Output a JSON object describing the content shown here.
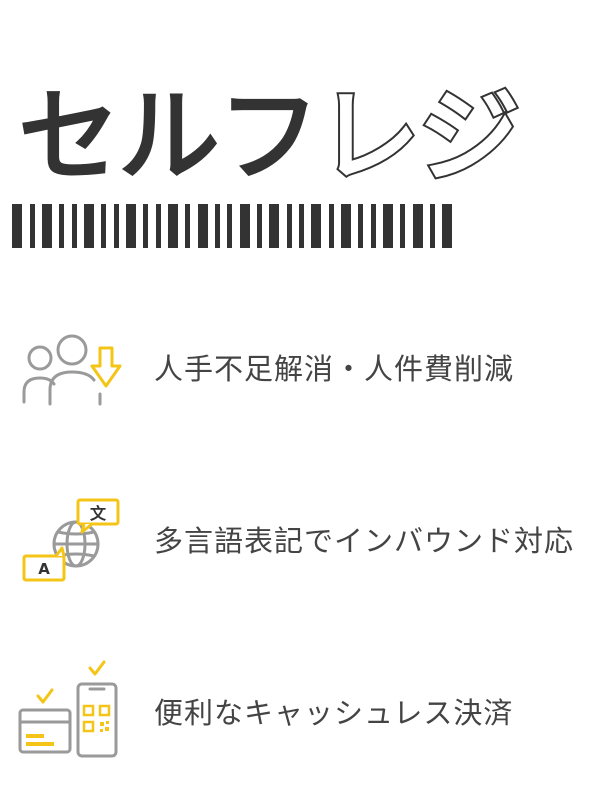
{
  "title": {
    "solid_part": "セルフ",
    "outline_part": "レジ"
  },
  "features": [
    {
      "label": "人手不足解消・人件費削減",
      "icon": "staff-reduction-icon"
    },
    {
      "label": "多言語表記でインバウンド対応",
      "icon": "multilingual-globe-icon"
    },
    {
      "label": "便利なキャッシュレス決済",
      "icon": "cashless-payment-icon"
    }
  ],
  "colors": {
    "text": "#333333",
    "icon_gray": "#9a9a9a",
    "accent_yellow": "#f4c417"
  },
  "icon_texts": {
    "bubble_kanji": "文",
    "bubble_latin": "A"
  }
}
